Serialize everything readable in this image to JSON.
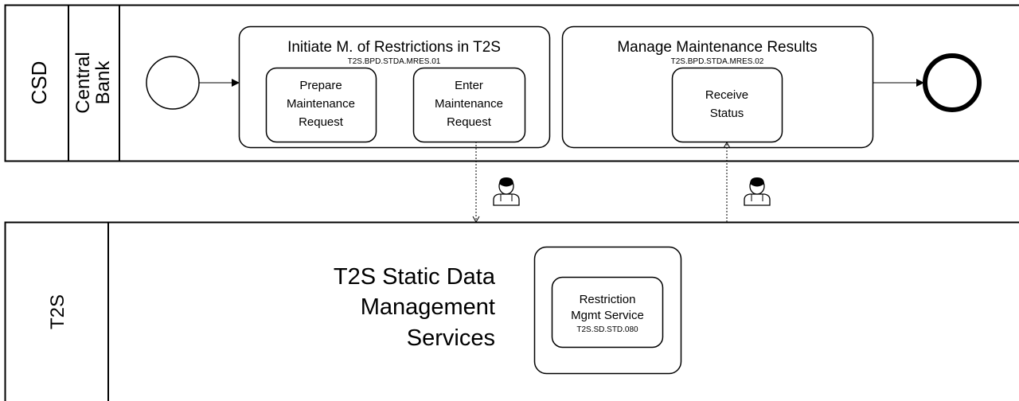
{
  "pools": {
    "csd": {
      "label": "CSD"
    },
    "central_bank": {
      "label_line1": "Central",
      "label_line2": "Bank"
    },
    "t2s": {
      "label": "T2S"
    }
  },
  "subprocess1": {
    "title": "Initiate M. of Restrictions in T2S",
    "code": "T2S.BPD.STDA.MRES.01",
    "task_prepare": {
      "line1": "Prepare",
      "line2": "Maintenance",
      "line3": "Request"
    },
    "task_enter": {
      "line1": "Enter",
      "line2": "Maintenance",
      "line3": "Request"
    }
  },
  "subprocess2": {
    "title": "Manage Maintenance Results",
    "code": "T2S.BPD.STDA.MRES.02",
    "task_receive": {
      "line1": "Receive",
      "line2": "Status"
    }
  },
  "t2s_services": {
    "title_line1": "T2S Static Data",
    "title_line2": "Management",
    "title_line3": "Services",
    "service": {
      "line1": "Restriction",
      "line2": "Mgmt Service",
      "code": "T2S.SD.STD.080"
    }
  },
  "icons": [
    "start-event-icon",
    "end-event-icon",
    "user-icon"
  ]
}
